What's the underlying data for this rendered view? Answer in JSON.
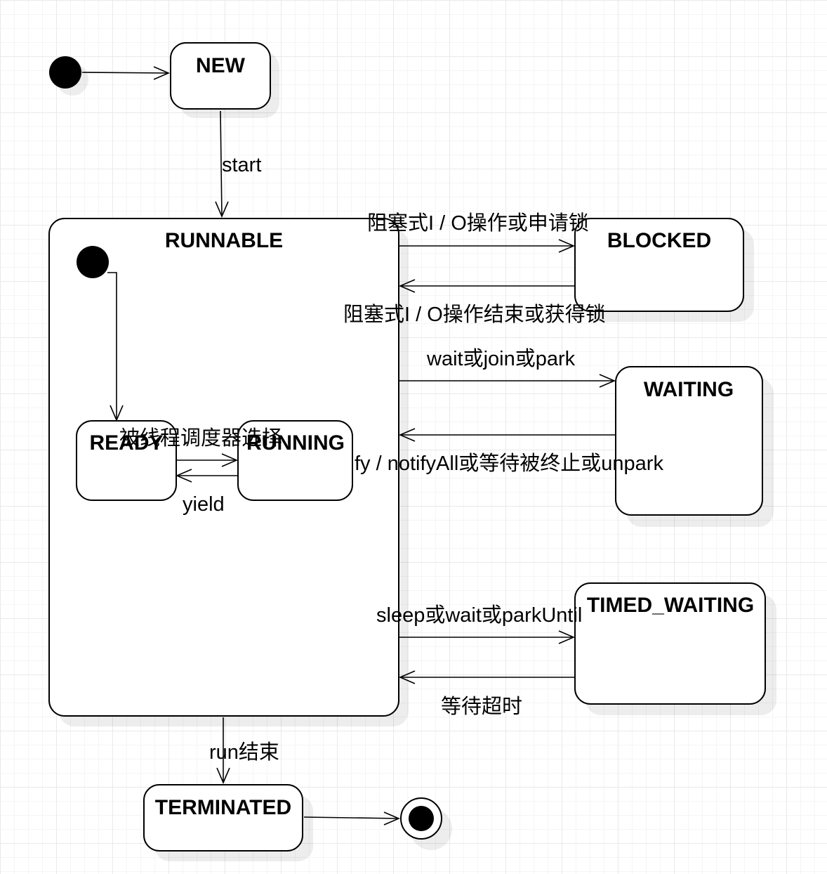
{
  "states": {
    "new": "NEW",
    "runnable": "RUNNABLE",
    "ready": "READY",
    "running": "RUNNING",
    "blocked": "BLOCKED",
    "waiting": "WAITING",
    "timed_waiting": "TIMED_WAITING",
    "terminated": "TERMINATED"
  },
  "transitions": {
    "start": "start",
    "scheduler_select": "被线程调度器选择",
    "yield": "yield",
    "to_blocked": "阻塞式I / O操作或申请锁",
    "from_blocked": "阻塞式I / O操作结束或获得锁",
    "to_waiting": "wait或join或park",
    "from_waiting": "fy / notifyAll或等待被终止或unpark",
    "to_timed_waiting": "sleep或wait或parkUntil",
    "from_timed_waiting": "等待超时",
    "run_end": "run结束"
  }
}
